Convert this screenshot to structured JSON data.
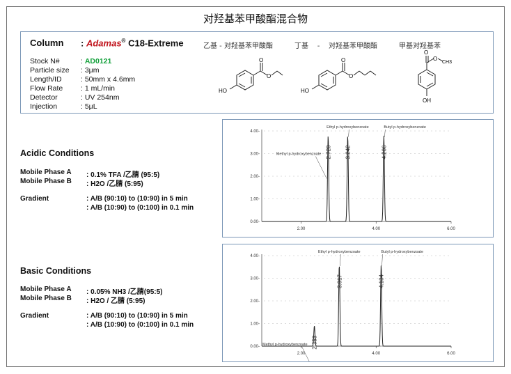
{
  "title": "对羟基苯甲酸酯混合物",
  "column": {
    "heading": "Column",
    "colon": ":",
    "brand": "Adamas",
    "reg": "®",
    "model": "C18-Extreme",
    "specs": [
      {
        "key": "Stock N#",
        "value": "AD0121",
        "highlight": true
      },
      {
        "key": "Particle size",
        "value": ": 3μm"
      },
      {
        "key": "Length/ID",
        "value": ": 50mm x 4.6mm"
      },
      {
        "key": "Flow Rate",
        "value": ": 1 mL/min"
      },
      {
        "key": "Detector",
        "value": ": UV 254nm"
      },
      {
        "key": "Injection",
        "value": ": 5μL"
      }
    ]
  },
  "compounds": [
    {
      "name": "乙基 - 对羟基苯甲酸酯",
      "icon": "ethyl-paraben-structure-icon"
    },
    {
      "name": "丁基    -    对羟基苯甲酸酯",
      "icon": "butyl-paraben-structure-icon"
    },
    {
      "name": "甲基对羟基苯",
      "icon": "methyl-paraben-structure-icon"
    }
  ],
  "structure_labels": {
    "ho": "HO",
    "oh": "OH",
    "o": "O",
    "ch3": "CH3"
  },
  "acidic": {
    "heading": "Acidic Conditions",
    "rows": [
      {
        "label": "Mobile Phase A",
        "value": ": 0.1% TFA /乙腈 (95:5)"
      },
      {
        "label": "Mobile Phase B",
        "value": ": H2O /乙腈 (5:95)"
      },
      {
        "label": "Gradient",
        "value": ": A/B (90:10) to (10:90) in 5 min"
      },
      {
        "label": "",
        "value": ": A/B (10:90) to (0:100) in 0.1 min"
      }
    ]
  },
  "basic": {
    "heading": "Basic Conditions",
    "rows": [
      {
        "label": "Mobile Phase A",
        "value": ": 0.05% NH3 /乙腈(95:5)"
      },
      {
        "label": "Mobile Phase B",
        "value": ": H2O / 乙腈 (5:95)"
      },
      {
        "label": "Gradient",
        "value": ": A/B (90:10) to (10:90) in 5 min"
      },
      {
        "label": "",
        "value": ": A/B (10:90) to (0:100) in 0.1 min"
      }
    ]
  },
  "chart_data": [
    {
      "type": "line",
      "xlim": [
        0,
        6
      ],
      "ylim": [
        0,
        4
      ],
      "xticks": [
        "2.00",
        "4.00",
        "6.00"
      ],
      "yticks": [
        "0.00-",
        "1.00-",
        "2.00-",
        "3.00-",
        "4.00-"
      ],
      "peaks": [
        {
          "name": "Methyl p-hydroxybenzoate",
          "rt": 2.72,
          "height": 3.8,
          "label": "2.720"
        },
        {
          "name": "Ethyl p-hydroxybenzoate",
          "rt": 3.242,
          "height": 3.8,
          "label": "3.242"
        },
        {
          "name": "Butyl p-hydroxybenzoate",
          "rt": 4.206,
          "height": 3.8,
          "label": "4.206"
        }
      ]
    },
    {
      "type": "line",
      "xlim": [
        0,
        6
      ],
      "ylim": [
        0,
        4
      ],
      "xticks": [
        "2.00",
        "4.00",
        "6.00"
      ],
      "yticks": [
        "0.00-",
        "1.00-",
        "2.00-",
        "3.00-",
        "4.00-"
      ],
      "peaks": [
        {
          "name": "Methyl p-hydroxybenzoate",
          "rt": 2.353,
          "height": 0.9,
          "label": "2.353"
        },
        {
          "name": "Ethyl p-hydroxybenzoate",
          "rt": 3.017,
          "height": 3.6,
          "label": "3.017"
        },
        {
          "name": "Butyl p-hydroxybenzoate",
          "rt": 4.134,
          "height": 3.6,
          "label": "4.134"
        }
      ]
    }
  ]
}
